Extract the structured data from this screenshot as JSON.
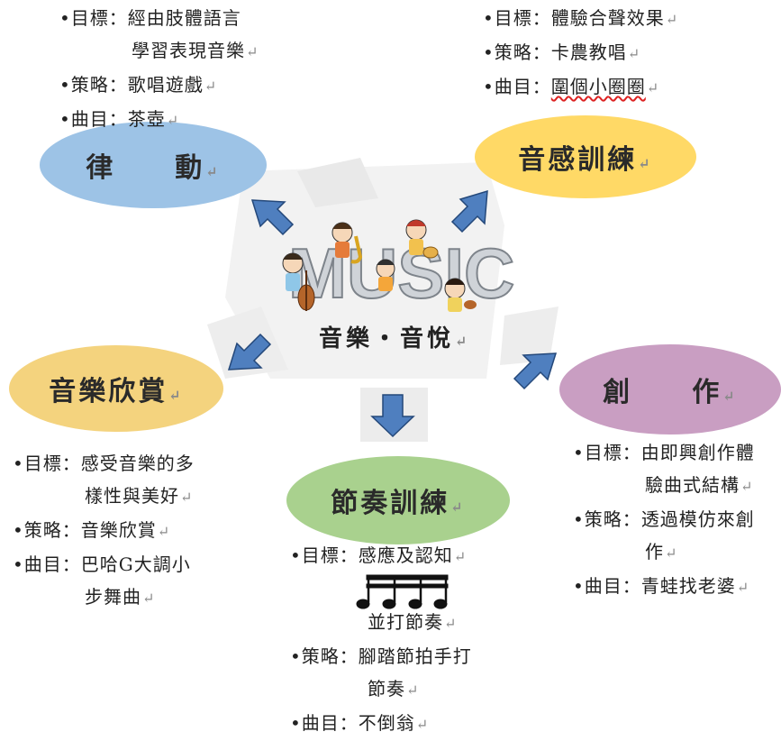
{
  "center": {
    "logo_text": "MUSIC",
    "caption": "音樂・音悅"
  },
  "nodes": {
    "rhythm_movement": {
      "title_left": "律",
      "title_right": "動",
      "color": "#9dc3e6",
      "lines": [
        {
          "text": "•目標：經由肢體語言",
          "ret": false
        },
        {
          "text": "學習表現音樂",
          "ret": true,
          "indent": true
        },
        {
          "text": "•策略：歌唱遊戲",
          "ret": true
        },
        {
          "text": "•曲目：茶壺",
          "ret": true
        }
      ]
    },
    "sense_training": {
      "title": "音感訓練",
      "color": "#ffd966",
      "lines": [
        {
          "text": "•目標：體驗合聲效果",
          "ret": true
        },
        {
          "text": "•策略：卡農教唱",
          "ret": true
        },
        {
          "text_prefix": "•曲目：",
          "text_main": "圍個小圈圈",
          "ret": true
        }
      ]
    },
    "appreciation": {
      "title": "音樂欣賞",
      "color": "#f4d37e",
      "lines": [
        {
          "text": "•目標：感受音樂的多",
          "ret": false
        },
        {
          "text": "樣性與美好",
          "ret": true,
          "indent": true
        },
        {
          "text": "•策略：音樂欣賞",
          "ret": true
        },
        {
          "text": "•曲目：巴哈G大調小",
          "ret": false
        },
        {
          "text": "步舞曲",
          "ret": true,
          "indent": true
        }
      ]
    },
    "creation": {
      "title_left": "創",
      "title_right": "作",
      "color": "#c99ec2",
      "lines": [
        {
          "text": "•目標：由即興創作體",
          "ret": false
        },
        {
          "text": "驗曲式結構",
          "ret": true,
          "indent": true
        },
        {
          "text": "•策略：透過模仿來創",
          "ret": false
        },
        {
          "text": "作",
          "ret": true,
          "indent": true
        },
        {
          "text": "•曲目：青蛙找老婆",
          "ret": true
        }
      ]
    },
    "rhythm_training": {
      "title": "節奏訓練",
      "color": "#a9d18e",
      "lines": [
        {
          "text": "•目標：感應及認知",
          "ret": true
        },
        {
          "text": "並打節奏",
          "ret": true
        },
        {
          "text": "•策略：腳踏節拍手打",
          "ret": false
        },
        {
          "text": "節奏",
          "ret": true,
          "indent": true
        },
        {
          "text": "•曲目：不倒翁",
          "ret": true
        }
      ]
    }
  },
  "return_mark": "↵",
  "colors": {
    "arrow_fill": "#4f7fbf",
    "arrow_stroke": "#24487a"
  }
}
